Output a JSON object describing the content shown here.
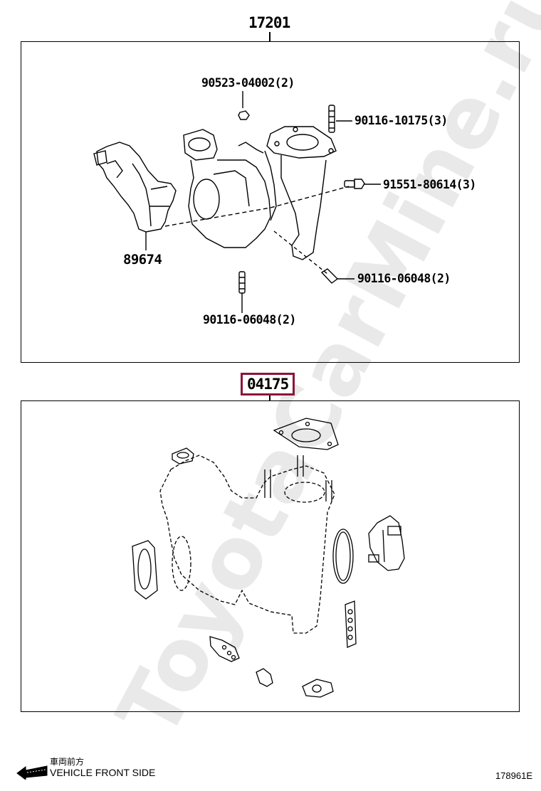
{
  "watermark": "ToyotaCarMine.ru",
  "groups": [
    {
      "part_number": "17201",
      "highlighted": false,
      "callouts": [
        {
          "part": "90523-04002(2)"
        },
        {
          "part": "90116-10175(3)"
        },
        {
          "part": "91551-80614(3)"
        },
        {
          "part": "89674"
        },
        {
          "part": "90116-06048(2)"
        },
        {
          "part": "90116-06048(2)"
        }
      ]
    },
    {
      "part_number": "04175",
      "highlighted": true,
      "highlight_color": "#8b1538",
      "callouts": []
    }
  ],
  "footer": {
    "direction_jp": "車両前方",
    "direction_en": "VEHICLE FRONT SIDE",
    "arrow_icon": "left-arrow-icon",
    "figure_id": "178961E"
  }
}
